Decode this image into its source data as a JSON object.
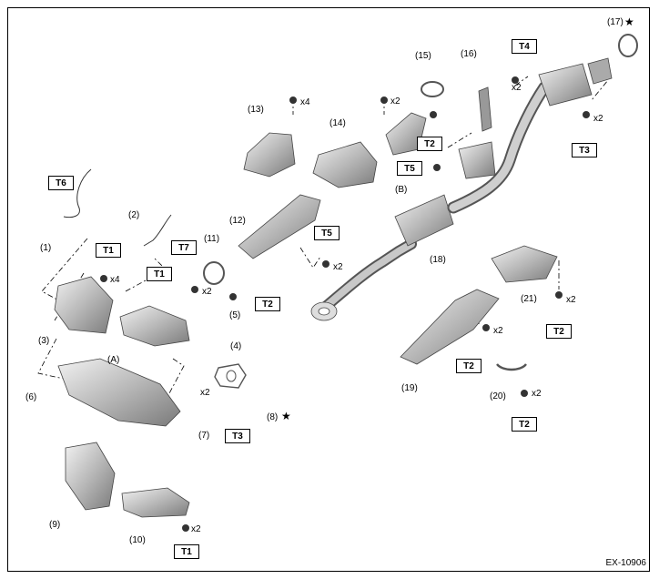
{
  "diagram": {
    "code": "EX-10906",
    "star": "★",
    "callouts": {
      "c1": "(1)",
      "c2": "(2)",
      "c3": "(3)",
      "c4": "(4)",
      "c5": "(5)",
      "c6": "(6)",
      "c7": "(7)",
      "c8": "(8)",
      "c9": "(9)",
      "c10": "(10)",
      "c11": "(11)",
      "c12": "(12)",
      "c13": "(13)",
      "c14": "(14)",
      "c15": "(15)",
      "c16": "(16)",
      "c17": "(17)",
      "c18": "(18)",
      "c19": "(19)",
      "c20": "(20)",
      "c21": "(21)",
      "cA": "(A)",
      "cB": "(B)"
    },
    "torque": {
      "t1": "T1",
      "t2": "T2",
      "t3": "T3",
      "t4": "T4",
      "t5": "T5",
      "t6": "T6",
      "t7": "T7"
    },
    "qty": {
      "x2": "x2",
      "x4": "x4"
    }
  }
}
